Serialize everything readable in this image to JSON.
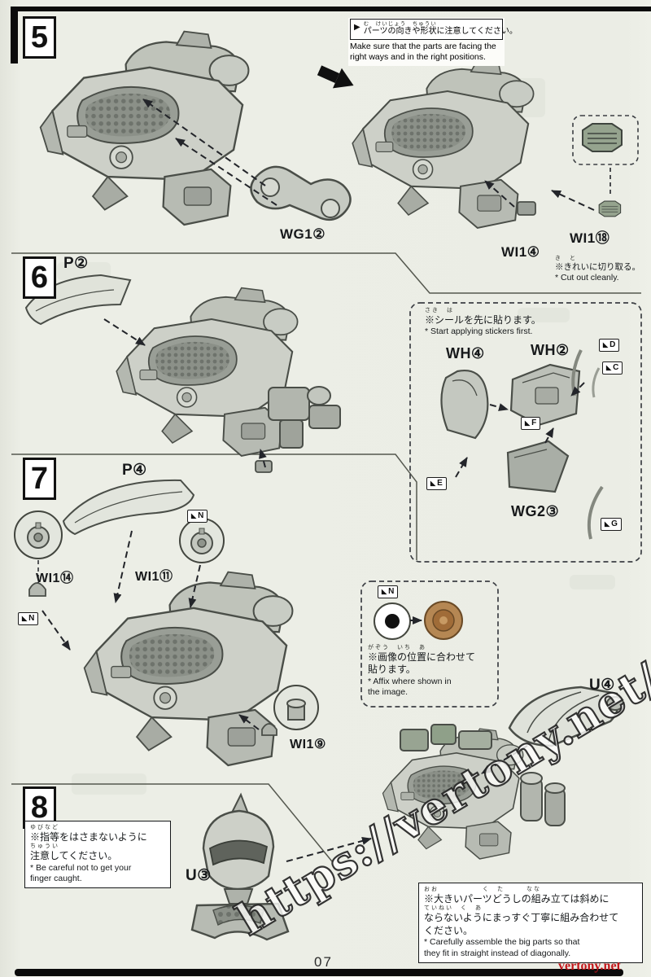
{
  "page": {
    "number": "07",
    "watermark": "https://vertony.net/",
    "credit": "vertony.net"
  },
  "icons": {
    "direction_pointer": "▶",
    "sticker_flag": "◣"
  },
  "step5": {
    "number": "5",
    "notice": {
      "furigana": "む　けいじょう　ちゅうい",
      "jp": "パーツの向きや形状に注意してください。",
      "en1": "Make sure that the parts are facing the",
      "en2": "right ways and in the right positions."
    },
    "labels": {
      "wg1": "WG1②",
      "wi1_18": "WI1⑱",
      "wi1_4": "WI1④"
    },
    "cut_note": {
      "furigana": "き　と",
      "jp": "※きれいに切り取る。",
      "en": "* Cut out cleanly."
    }
  },
  "step6": {
    "number": "6",
    "labels": {
      "p2": "P②",
      "wh4": "WH④",
      "wh2": "WH②",
      "wg2": "WG2③"
    },
    "sticker_note": {
      "furigana": "さき　は",
      "jp": "※シールを先に貼ります。",
      "en": "* Start applying stickers first."
    },
    "sticker_tags": [
      "D",
      "C",
      "F",
      "E",
      "G"
    ]
  },
  "step7": {
    "number": "7",
    "labels": {
      "p4": "P④",
      "wi1_14": "WI1⑭",
      "wi1_11": "WI1⑪",
      "wi1_9": "WI1⑨",
      "u4": "U④"
    },
    "n_tag": "N",
    "affix_note": {
      "furigana": "がぞう　いち　あ",
      "jp1": "※画像の位置に合わせて",
      "jp2": "貼ります。",
      "en1": "* Affix where shown in",
      "en2": "the image."
    }
  },
  "step8": {
    "number": "8",
    "labels": {
      "u3": "U③"
    },
    "finger_note": {
      "furigana1": "ゆびなど",
      "jp1": "※指等をはさまないように",
      "furigana2": "ちゅうい",
      "jp2": "注意してください。",
      "en1": "* Be careful not to get your",
      "en2": "finger caught."
    },
    "big_note": {
      "furigana1": "おお　　　　　　く　た　　　なな",
      "jp1": "※大きいパーツどうしの組み立ては斜めに",
      "furigana2": "ていねい　く　あ",
      "jp2": "ならないようにまっすぐ丁寧に組み合わせて",
      "jp3": "ください。",
      "en1": "* Carefully assemble the big parts so that",
      "en2": "they fit in straight instead of diagonally."
    }
  }
}
